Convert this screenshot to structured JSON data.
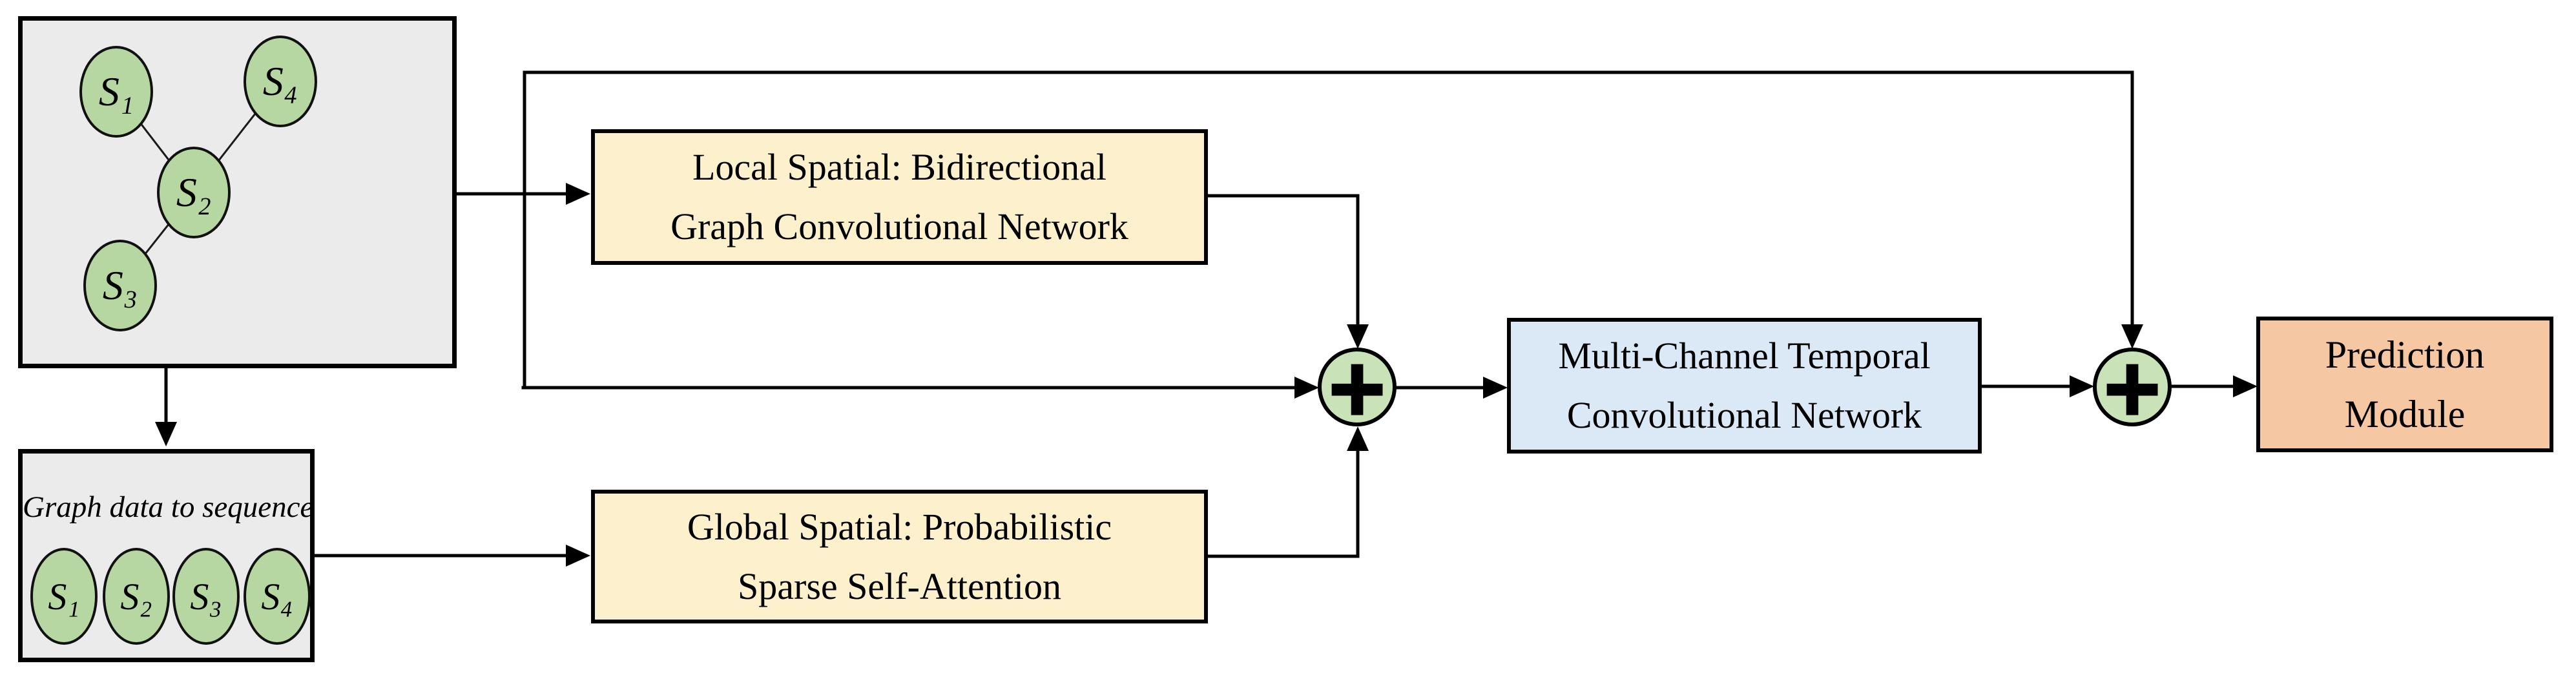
{
  "colors": {
    "background": "#ffffff",
    "panel_gray": "#ebebeb",
    "node_green": "#b6d7a2",
    "plus_green": "#c9e2b8",
    "box_yellow": "#fdf1cd",
    "box_blue": "#dbe8f5",
    "box_orange": "#f6c7a3",
    "line_black": "#000000"
  },
  "graph_panel": {
    "nodes": [
      {
        "label": "S₁"
      },
      {
        "label": "S₂"
      },
      {
        "label": "S₃"
      },
      {
        "label": "S₄"
      }
    ],
    "edges": [
      "S₁–S₂",
      "S₂–S₄",
      "S₂–S₃"
    ]
  },
  "sequence_panel": {
    "title": "Graph data to sequence",
    "nodes": [
      {
        "label": "S₁"
      },
      {
        "label": "S₂"
      },
      {
        "label": "S₃"
      },
      {
        "label": "S₄"
      }
    ]
  },
  "modules": {
    "local": {
      "line1": "Local Spatial: Bidirectional",
      "line2": "Graph Convolutional Network"
    },
    "global": {
      "line1": "Global Spatial: Probabilistic",
      "line2": "Sparse Self-Attention"
    },
    "temporal": {
      "line1": "Multi-Channel Temporal",
      "line2": "Convolutional Network"
    },
    "prediction": {
      "line1": "Prediction",
      "line2": "Module"
    }
  },
  "operators": {
    "sum1": "+",
    "sum2": "+"
  }
}
